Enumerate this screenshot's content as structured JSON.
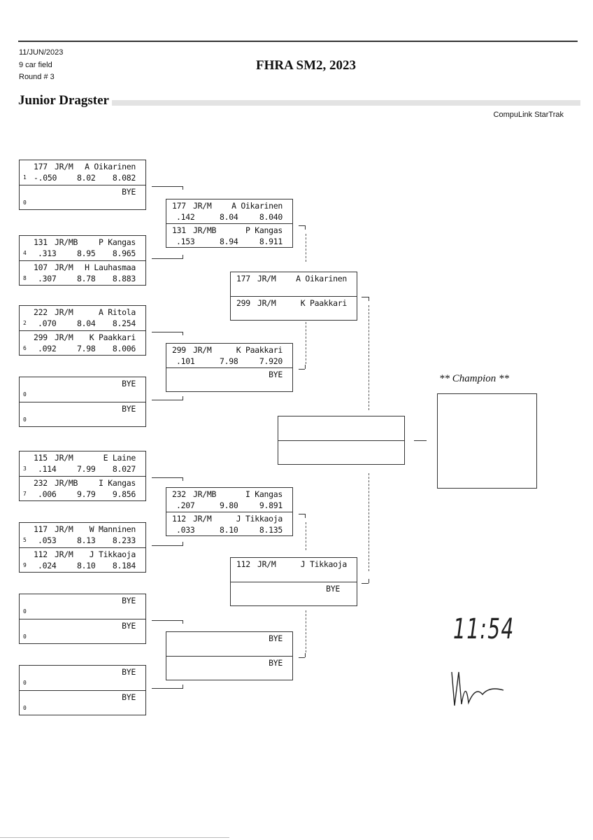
{
  "header": {
    "date": "11/JUN/2023",
    "field": "9 car field",
    "round": "Round # 3",
    "title": "FHRA SM2, 2023",
    "class_name": "Junior Dragster",
    "software": "CompuLink StarTrak"
  },
  "champion_label": "** Champion **",
  "handwriting": {
    "time": "11:54"
  },
  "rounds": [
    {
      "name": "round-1",
      "boxes": [
        {
          "lanes": [
            {
              "seed": "1",
              "num": "177",
              "cls": "JR/M",
              "name": "A Oikarinen",
              "rt": "-.050",
              "et": "8.02",
              "mph": "8.082"
            },
            {
              "seed": "0",
              "name": "BYE"
            }
          ]
        },
        {
          "lanes": [
            {
              "seed": "4",
              "num": "131",
              "cls": "JR/MB",
              "name": "P Kangas",
              "rt": ".313",
              "et": "8.95",
              "mph": "8.965"
            },
            {
              "seed": "8",
              "num": "107",
              "cls": "JR/M",
              "name": "H Lauhasmaa",
              "rt": ".307",
              "et": "8.78",
              "mph": "8.883"
            }
          ]
        },
        {
          "lanes": [
            {
              "seed": "2",
              "num": "222",
              "cls": "JR/M",
              "name": "A Ritola",
              "rt": ".070",
              "et": "8.04",
              "mph": "8.254"
            },
            {
              "seed": "6",
              "num": "299",
              "cls": "JR/M",
              "name": "K Paakkari",
              "rt": ".092",
              "et": "7.98",
              "mph": "8.006"
            }
          ]
        },
        {
          "lanes": [
            {
              "seed": "0",
              "name": "BYE"
            },
            {
              "seed": "0",
              "name": "BYE"
            }
          ]
        },
        {
          "lanes": [
            {
              "seed": "3",
              "num": "115",
              "cls": "JR/M",
              "name": "E Laine",
              "rt": ".114",
              "et": "7.99",
              "mph": "8.027"
            },
            {
              "seed": "7",
              "num": "232",
              "cls": "JR/MB",
              "name": "I Kangas",
              "rt": ".006",
              "et": "9.79",
              "mph": "9.856"
            }
          ]
        },
        {
          "lanes": [
            {
              "seed": "5",
              "num": "117",
              "cls": "JR/M",
              "name": "W Manninen",
              "rt": ".053",
              "et": "8.13",
              "mph": "8.233"
            },
            {
              "seed": "9",
              "num": "112",
              "cls": "JR/M",
              "name": "J Tikkaoja",
              "rt": ".024",
              "et": "8.10",
              "mph": "8.184"
            }
          ]
        },
        {
          "lanes": [
            {
              "seed": "0",
              "name": "BYE"
            },
            {
              "seed": "0",
              "name": "BYE"
            }
          ]
        },
        {
          "lanes": [
            {
              "seed": "0",
              "name": "BYE"
            },
            {
              "seed": "0",
              "name": "BYE"
            }
          ]
        }
      ]
    },
    {
      "name": "round-2",
      "boxes": [
        {
          "lanes": [
            {
              "num": "177",
              "cls": "JR/M",
              "name": "A Oikarinen",
              "rt": ".142",
              "et": "8.04",
              "mph": "8.040"
            },
            {
              "num": "131",
              "cls": "JR/MB",
              "name": "P Kangas",
              "rt": ".153",
              "et": "8.94",
              "mph": "8.911"
            }
          ]
        },
        {
          "lanes": [
            {
              "num": "299",
              "cls": "JR/M",
              "name": "K Paakkari",
              "rt": ".101",
              "et": "7.98",
              "mph": "7.920"
            },
            {
              "name": "BYE"
            }
          ]
        },
        {
          "lanes": [
            {
              "num": "232",
              "cls": "JR/MB",
              "name": "I Kangas",
              "rt": ".207",
              "et": "9.80",
              "mph": "9.891"
            },
            {
              "num": "112",
              "cls": "JR/M",
              "name": "J Tikkaoja",
              "rt": ".033",
              "et": "8.10",
              "mph": "8.135"
            }
          ]
        },
        {
          "lanes": [
            {
              "name": "BYE"
            },
            {
              "name": "BYE"
            }
          ]
        }
      ]
    },
    {
      "name": "round-3",
      "boxes": [
        {
          "lanes": [
            {
              "num": "177",
              "cls": "JR/M",
              "name": "A Oikarinen"
            },
            {
              "num": "299",
              "cls": "JR/M",
              "name": "K Paakkari"
            }
          ]
        },
        {
          "lanes": [
            {
              "num": "112",
              "cls": "JR/M",
              "name": "J Tikkaoja"
            },
            {
              "name": "BYE"
            }
          ]
        }
      ]
    },
    {
      "name": "final",
      "boxes": [
        {
          "lanes": [
            {},
            {}
          ]
        }
      ]
    }
  ]
}
